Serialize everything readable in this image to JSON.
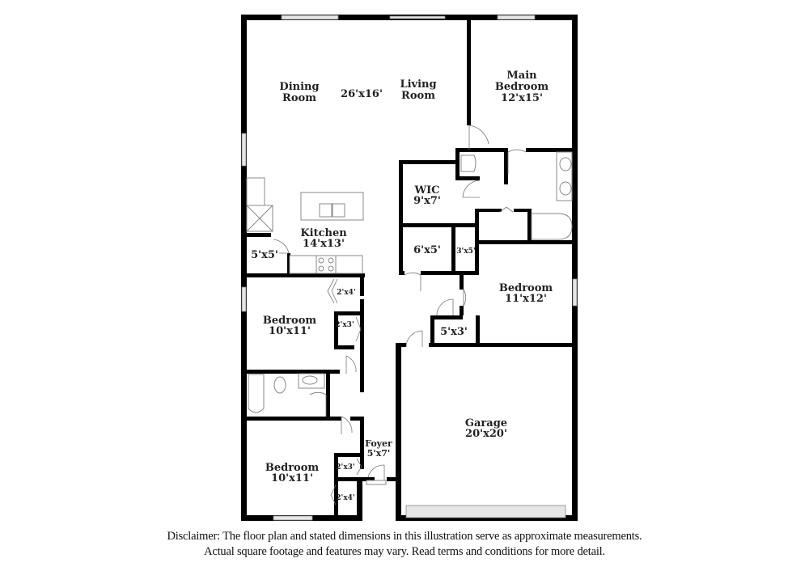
{
  "rooms": {
    "dining": {
      "name_line1": "Dining",
      "name_line2": "Room"
    },
    "great_room_dims": "26'x16'",
    "living": {
      "name_line1": "Living",
      "name_line2": "Room"
    },
    "main_bedroom": {
      "name_line1": "Main",
      "name_line2": "Bedroom",
      "dims": "12'x15'"
    },
    "wic": {
      "name": "WIC",
      "dims": "9'x7'"
    },
    "kitchen": {
      "name": "Kitchen",
      "dims": "14'x13'"
    },
    "pantry": {
      "dims": "5'x5'"
    },
    "closet_6x5": {
      "dims": "6'x5'"
    },
    "closet_3x5": {
      "dims": "3'x5'"
    },
    "bedroom_east": {
      "name": "Bedroom",
      "dims": "11'x12'"
    },
    "closet_5x3": {
      "dims": "5'x3'"
    },
    "bedroom_mid": {
      "name": "Bedroom",
      "dims": "10'x11'"
    },
    "closet_mid_2x4": {
      "dims": "2'x4'"
    },
    "closet_mid_2x3": {
      "dims": "2'x3'"
    },
    "garage": {
      "name": "Garage",
      "dims": "20'x20'"
    },
    "foyer": {
      "name": "Foyer",
      "dims": "5'x7'"
    },
    "bedroom_south": {
      "name": "Bedroom",
      "dims": "10'x11'"
    },
    "closet_south_2x3": {
      "dims": "2'x3'"
    },
    "closet_south_2x4": {
      "dims": "2'x4'"
    }
  },
  "disclaimer": {
    "line1": "Disclaimer: The floor plan and stated dimensions in this illustration serve as approximate measurements.",
    "line2": "Actual square footage and features may vary. Read terms and conditions for more detail."
  }
}
